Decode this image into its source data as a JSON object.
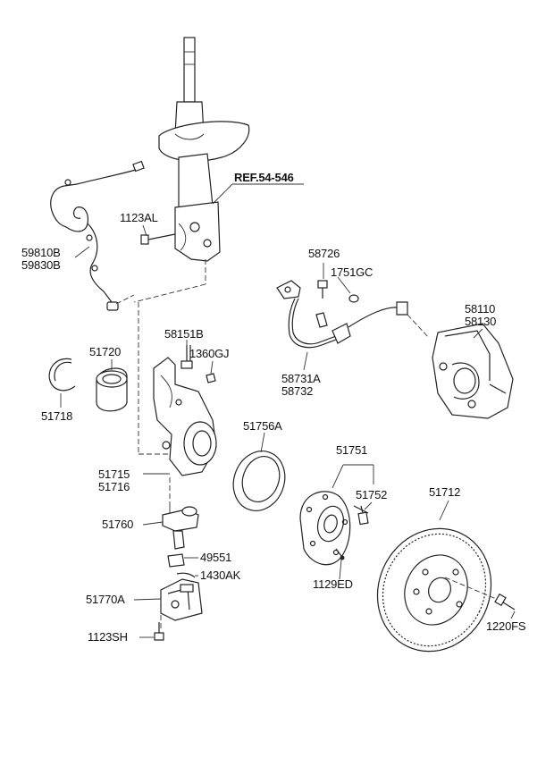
{
  "labels": {
    "ref": "REF.54-546",
    "p1123AL": "1123AL",
    "p59810B": "59810B",
    "p59830B": "59830B",
    "p58726": "58726",
    "p1751GC": "1751GC",
    "p58110": "58110",
    "p58130": "58130",
    "p58151B": "58151B",
    "p1360GJ": "1360GJ",
    "p51720": "51720",
    "p51718": "51718",
    "p58731A": "58731A",
    "p58732": "58732",
    "p51756A": "51756A",
    "p51715": "51715",
    "p51716": "51716",
    "p51751": "51751",
    "p51752": "51752",
    "p51712": "51712",
    "p51760": "51760",
    "p49551": "49551",
    "p1430AK": "1430AK",
    "p1129ED": "1129ED",
    "p51770A": "51770A",
    "p1220FS": "1220FS",
    "p1123SH": "1123SH"
  }
}
